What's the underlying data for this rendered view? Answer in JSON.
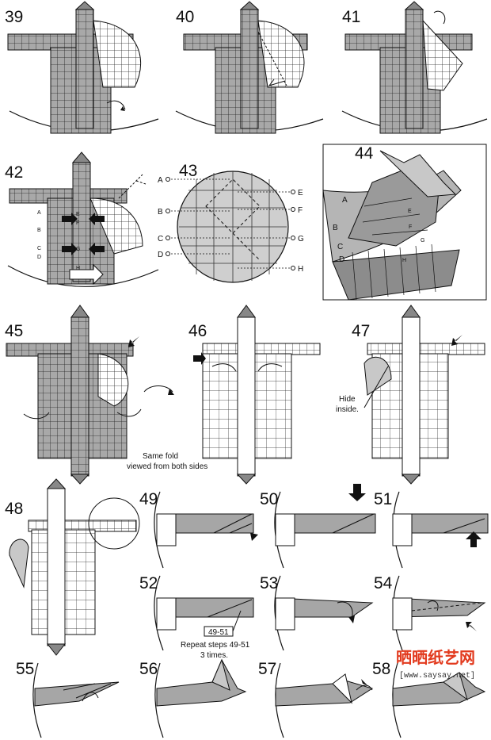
{
  "steps": {
    "s39": "39",
    "s40": "40",
    "s41": "41",
    "s42": "42",
    "s43": "43",
    "s44": "44",
    "s45": "45",
    "s46": "46",
    "s47": "47",
    "s48": "48",
    "s49": "49",
    "s50": "50",
    "s51": "51",
    "s52": "52",
    "s53": "53",
    "s54": "54",
    "s55": "55",
    "s56": "56",
    "s57": "57",
    "s58": "58"
  },
  "letters": {
    "A": "A",
    "B": "B",
    "C": "C",
    "D": "D",
    "E": "E",
    "F": "F",
    "G": "G",
    "H": "H"
  },
  "captions": {
    "same_fold_1": "Same fold",
    "same_fold_2": "viewed from both sides",
    "hide_1": "Hide",
    "hide_2": "inside.",
    "repeat_ref": "49-51",
    "repeat_1": "Repeat steps 49-51",
    "repeat_2": "3 times."
  },
  "watermark": {
    "logo": "晒晒纸艺网",
    "url": "[www.saysay.net]"
  },
  "colors": {
    "paper_gray": "#a6a6a6",
    "paper_light": "#d9d9d9",
    "line": "#111111",
    "watermark_red": "#e23a1e"
  }
}
